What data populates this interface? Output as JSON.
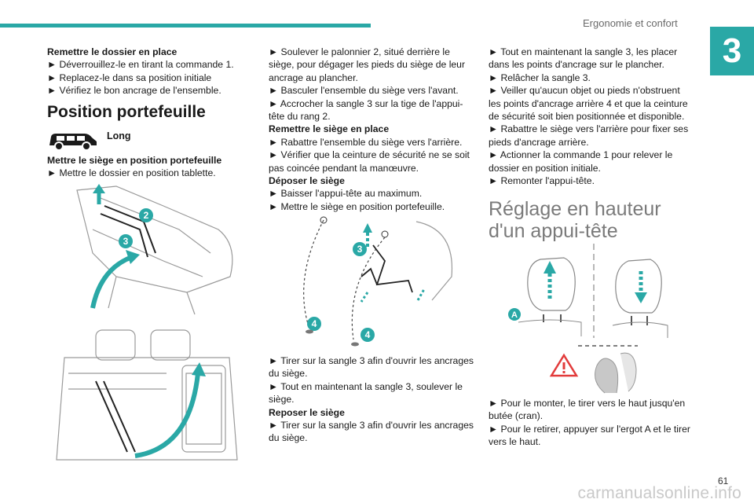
{
  "header": {
    "section": "Ergonomie et confort",
    "chapter": "3"
  },
  "col1": {
    "p1_title": "Remettre le dossier en place",
    "p1_items": [
      "► Déverrouillez-le en tirant la commande 1.",
      "► Replacez-le dans sa position initiale",
      "► Vérifiez le bon ancrage de l'ensemble."
    ],
    "heading": "Position portefeuille",
    "version_label": "Long",
    "p2_title": "Mettre le siège en position portefeuille",
    "p2_items": [
      "► Mettre le dossier en position tablette."
    ]
  },
  "col2": {
    "lines_a": [
      "► Soulever le palonnier 2, situé derrière le",
      "siège, pour dégager les pieds du siège de leur",
      "ancrage au plancher.",
      "► Basculer l'ensemble du siège vers l'avant.",
      "► Accrocher la sangle 3 sur la tige de l'appui-",
      "tête du rang 2."
    ],
    "title_b": "Remettre le siège en place",
    "lines_b": [
      "► Rabattre l'ensemble du siège vers l'arrière.",
      "► Vérifier que la ceinture de sécurité ne se soit",
      "pas coincée pendant la manœuvre."
    ],
    "title_c": "Déposer le siège",
    "lines_c": [
      "► Baisser l'appui-tête au maximum.",
      "► Mettre le siège en position portefeuille."
    ],
    "lines_d": [
      "► Tirer sur la sangle 3 afin d'ouvrir les ancrages",
      "du siège.",
      "► Tout en maintenant la sangle 3, soulever le",
      "siège."
    ],
    "title_e": "Reposer le siège",
    "lines_e": [
      "► Tirer sur la sangle 3 afin d'ouvrir les ancrages",
      "du siège."
    ]
  },
  "col3": {
    "lines_a": [
      "► Tout en maintenant la sangle 3, les placer",
      "dans les points d'ancrage sur le plancher.",
      "► Relâcher la sangle 3.",
      "► Veiller qu'aucun objet ou pieds n'obstruent",
      "les points d'ancrage arrière 4 et que la ceinture",
      "de sécurité soit bien positionnée et disponible.",
      "► Rabattre le siège vers l'arrière pour fixer ses",
      "pieds d'ancrage arrière.",
      "► Actionner la commande 1 pour relever le",
      "dossier en position initiale.",
      "► Remonter l'appui-tête."
    ],
    "heading": "Réglage en hauteur d'un appui-tête",
    "lines_b": [
      "► Pour le monter, le tirer vers le haut jusqu'en",
      "butée (cran).",
      "► Pour le retirer, appuyer sur l'ergot A et le tirer",
      "vers le haut."
    ]
  },
  "callouts": {
    "c2": "2",
    "c3": "3",
    "c4": "4",
    "cA": "A"
  },
  "footer": {
    "page": "61",
    "watermark": "carmanualsonline.info"
  },
  "colors": {
    "accent": "#2aa8a6",
    "warning": "#e23b3b"
  }
}
